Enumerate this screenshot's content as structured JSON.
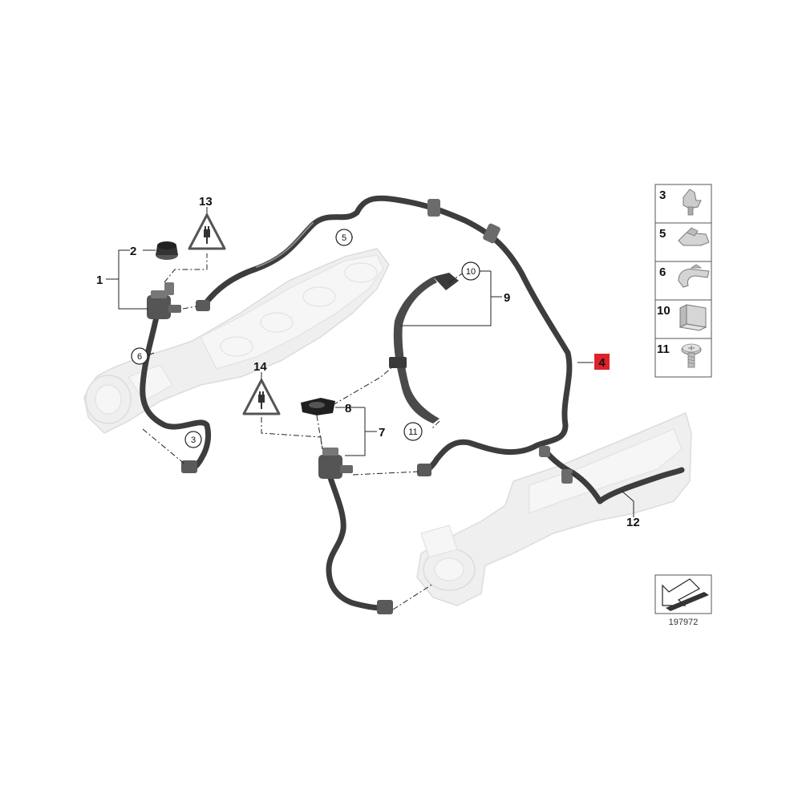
{
  "diagram": {
    "callouts": {
      "c1": "1",
      "c2": "2",
      "c3": "3",
      "c4": "4",
      "c5": "5",
      "c6": "6",
      "c7": "7",
      "c8": "8",
      "c9": "9",
      "c10": "10",
      "c11": "11",
      "c12": "12",
      "c13": "13",
      "c14": "14"
    },
    "legend": [
      {
        "number": "3"
      },
      {
        "number": "5"
      },
      {
        "number": "6"
      },
      {
        "number": "10"
      },
      {
        "number": "11"
      }
    ],
    "reference_number": "197972",
    "highlight_color": "#e0202a"
  }
}
